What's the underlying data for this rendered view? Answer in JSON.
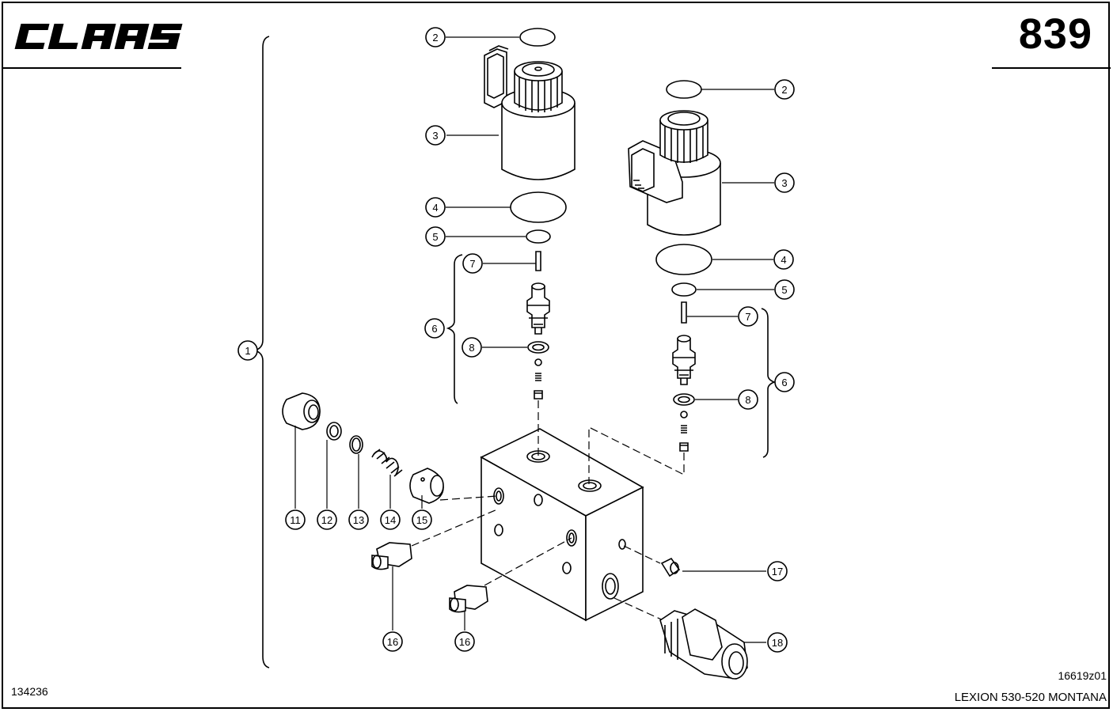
{
  "header": {
    "brand_logo": "CLAAS",
    "page_number": "839"
  },
  "footer": {
    "document_number": "134236",
    "drawing_code": "16619z01",
    "model_name": "LEXION 530-520 MONTANA"
  },
  "callouts": [
    {
      "id": "c1",
      "label": "1"
    },
    {
      "id": "c2a",
      "label": "2"
    },
    {
      "id": "c2b",
      "label": "2"
    },
    {
      "id": "c3a",
      "label": "3"
    },
    {
      "id": "c3b",
      "label": "3"
    },
    {
      "id": "c4a",
      "label": "4"
    },
    {
      "id": "c4b",
      "label": "4"
    },
    {
      "id": "c5a",
      "label": "5"
    },
    {
      "id": "c5b",
      "label": "5"
    },
    {
      "id": "c6a",
      "label": "6"
    },
    {
      "id": "c6b",
      "label": "6"
    },
    {
      "id": "c7a",
      "label": "7"
    },
    {
      "id": "c7b",
      "label": "7"
    },
    {
      "id": "c8a",
      "label": "8"
    },
    {
      "id": "c8b",
      "label": "8"
    },
    {
      "id": "c11",
      "label": "11"
    },
    {
      "id": "c12",
      "label": "12"
    },
    {
      "id": "c13",
      "label": "13"
    },
    {
      "id": "c14",
      "label": "14"
    },
    {
      "id": "c15",
      "label": "15"
    },
    {
      "id": "c16a",
      "label": "16"
    },
    {
      "id": "c16b",
      "label": "16"
    },
    {
      "id": "c17",
      "label": "17"
    },
    {
      "id": "c18",
      "label": "18"
    }
  ],
  "colors": {
    "ink": "#000000",
    "paper": "#ffffff"
  }
}
